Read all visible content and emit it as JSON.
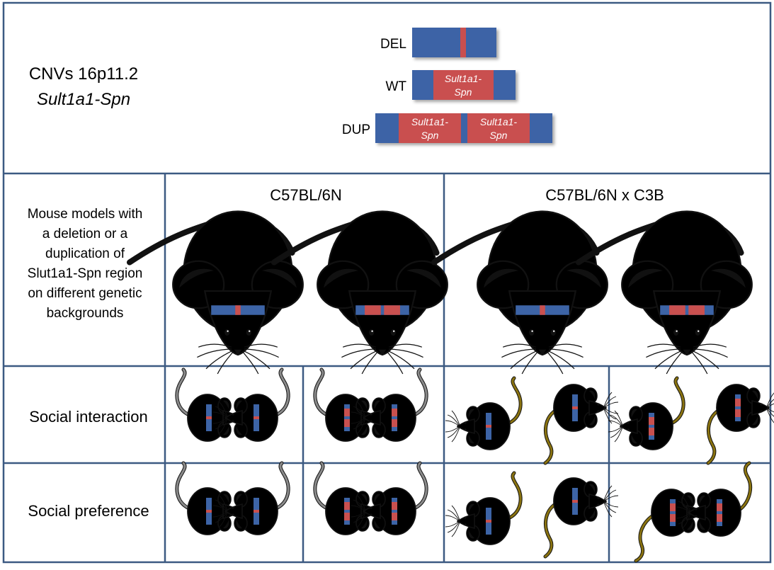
{
  "colors": {
    "border": "#3c5a82",
    "chromosome_blue": "#3d64a6",
    "gene_red": "#c9504f",
    "mouse_black": "#4b4b4b",
    "mouse_olive": "#8a7310"
  },
  "cnv": {
    "title_line1": "CNVs 16p11.2",
    "title_line2": "Sult1a1-Spn",
    "del_label": "DEL",
    "wt_label": "WT",
    "dup_label": "DUP",
    "gene_line1": "Sult1a1-",
    "gene_line2": "Spn"
  },
  "models": {
    "label_lines": [
      "Mouse models with",
      "a deletion or a",
      "duplication of",
      "Slut1a1-Spn region",
      "on different genetic",
      "backgrounds"
    ],
    "background_a": "C57BL/6N",
    "background_b": "C57BL/6N x C3B"
  },
  "tests": {
    "social_interaction": "Social interaction",
    "social_preference": "Social preference"
  }
}
